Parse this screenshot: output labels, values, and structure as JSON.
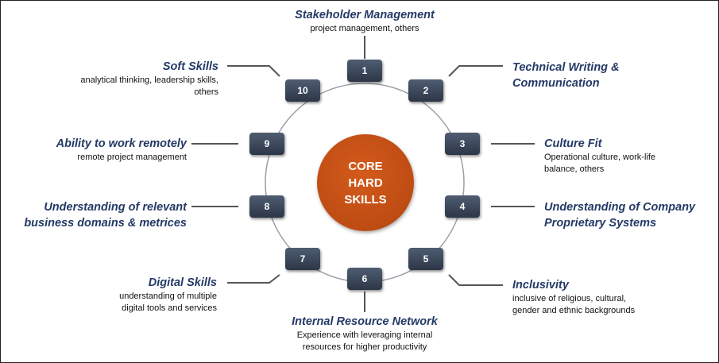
{
  "core": {
    "line1": "CORE",
    "line2": "HARD",
    "line3": "SKILLS",
    "color": "#c5521a"
  },
  "nodes": [
    {
      "number": "1",
      "title": "Stakeholder Management",
      "description_lines": [
        "project management, others"
      ]
    },
    {
      "number": "2",
      "title_lines": [
        "Technical Writing &",
        "Communication"
      ],
      "description_lines": []
    },
    {
      "number": "3",
      "title": "Culture Fit",
      "description_lines": [
        "Operational culture, work-life",
        "balance, others"
      ]
    },
    {
      "number": "4",
      "title_lines": [
        "Understanding of Company",
        "Proprietary Systems"
      ],
      "description_lines": []
    },
    {
      "number": "5",
      "title": "Inclusivity",
      "description_lines": [
        "inclusive of religious, cultural,",
        "gender and ethnic backgrounds"
      ]
    },
    {
      "number": "6",
      "title": "Internal Resource Network",
      "description_lines": [
        "Experience with leveraging internal",
        "resources for higher productivity"
      ]
    },
    {
      "number": "7",
      "title": "Digital Skills",
      "description_lines": [
        "understanding of multiple",
        "digital tools and services"
      ]
    },
    {
      "number": "8",
      "title_lines": [
        "Understanding of relevant",
        "business domains & metrices"
      ],
      "description_lines": []
    },
    {
      "number": "9",
      "title": "Ability to work remotely",
      "description_lines": [
        "remote project management"
      ]
    },
    {
      "number": "10",
      "title": "Soft Skills",
      "description_lines": [
        "analytical thinking, leadership skills,",
        "others"
      ]
    }
  ],
  "colors": {
    "title_text": "#243a66",
    "node_fill": "#3b475a",
    "ring_line": "#9aa0a8",
    "connector": "#555555"
  }
}
